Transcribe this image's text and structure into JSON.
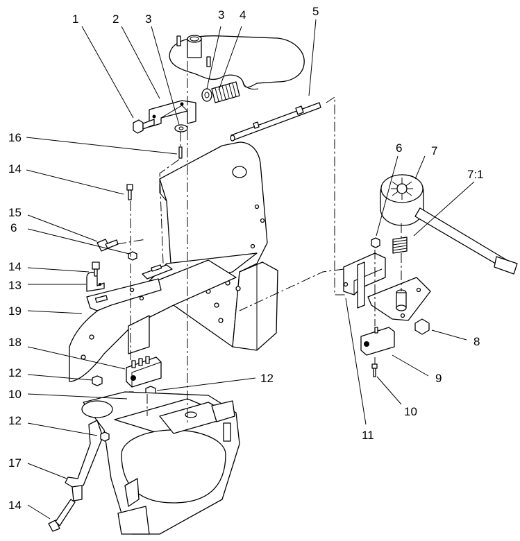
{
  "callouts": {
    "c1": "1",
    "c2": "2",
    "c3a": "3",
    "c3b": "3",
    "c4": "4",
    "c5": "5",
    "c6a": "6",
    "c6b": "6",
    "c7": "7",
    "c7_1": "7:1",
    "c8": "8",
    "c9": "9",
    "c10a": "10",
    "c10b": "10",
    "c11": "11",
    "c12a": "12",
    "c12b": "12",
    "c12c": "12",
    "c13": "13",
    "c14a": "14",
    "c14b": "14",
    "c14c": "14",
    "c15": "15",
    "c16": "16",
    "c17": "17",
    "c18": "18",
    "c19": "19"
  }
}
